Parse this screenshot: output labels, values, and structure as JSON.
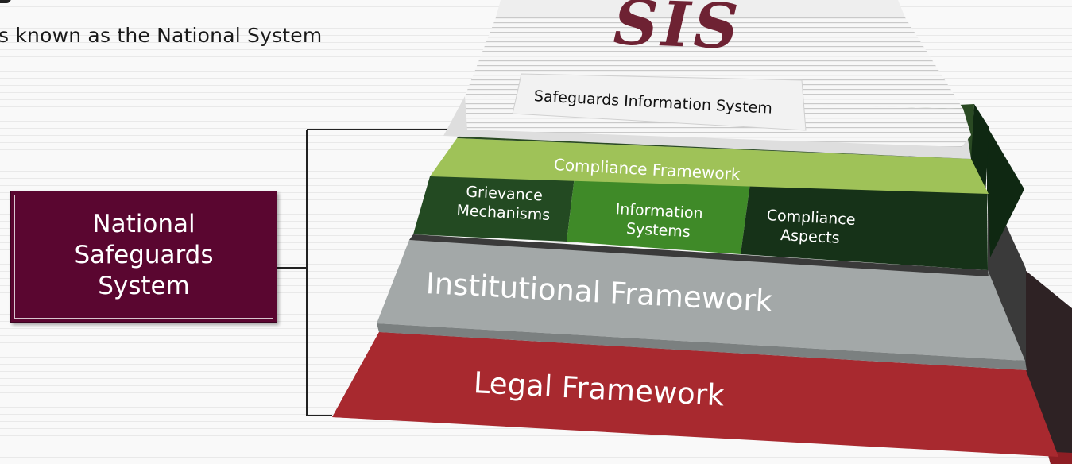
{
  "intro_text": "s known as the National System",
  "national_box_label": "National Safeguards System",
  "sis_title": "SIS",
  "sis_subtitle": "Safeguards Information System",
  "compliance_framework": "Compliance Framework",
  "pillars": [
    "Grievance Mechanisms",
    "Information Systems",
    "Compliance Aspects"
  ],
  "institutional_framework": "Institutional Framework",
  "legal_framework": "Legal Framework",
  "colors": {
    "box_maroon": "#5a0630",
    "sis_maroon": "#6e2233",
    "light_green": "#9fc258",
    "dark_green": "#244a22",
    "mid_green": "#3f8a28",
    "gray": "#a3a8a8",
    "red": "#a8292f"
  }
}
